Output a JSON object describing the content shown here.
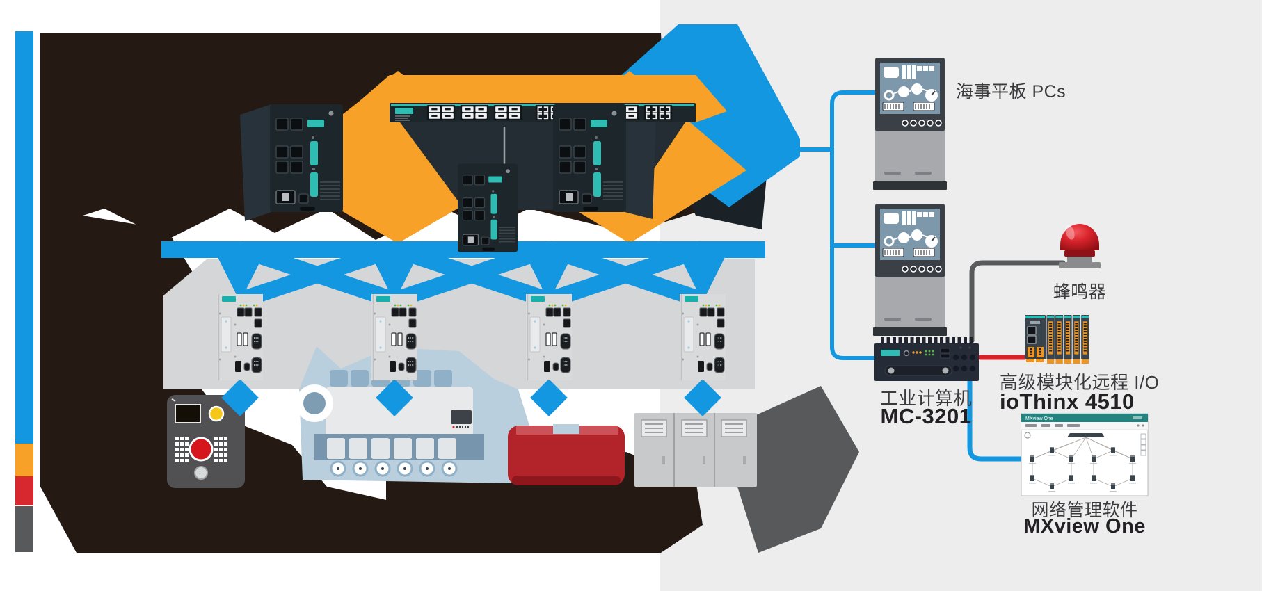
{
  "labels": {
    "panel_pcs": "海事平板 PCs",
    "buzzer": "蜂鸣器",
    "industrial_computer_type": "工业计算机",
    "industrial_computer_model": "MC-3201",
    "remote_io_type": "高级模块化远程 I/O",
    "remote_io_model": "ioThinx 4510",
    "network_software_type": "网络管理软件",
    "network_software_model": "MXview One"
  },
  "mxview_window": {
    "title": "MXview One"
  },
  "colors": {
    "ethernet_blue": "#1297E0",
    "ring_orange": "#F7A128",
    "alarm_red": "#DA2128",
    "relay_gray": "#595A5C",
    "panel_background": "#EDEDEE",
    "silhouette_dark": "#241A13",
    "device_dark": "#1D262B",
    "accent_teal": "#2FBDB3",
    "legend_bar_blue": "#1297E0",
    "legend_bar_orange": "#F7A128",
    "legend_bar_red": "#D7282F",
    "legend_bar_gray": "#58595B"
  }
}
